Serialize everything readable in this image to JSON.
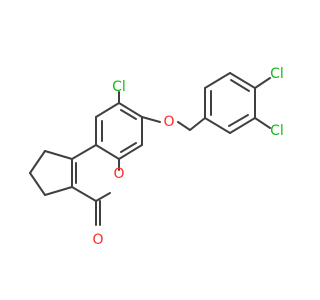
{
  "colors": {
    "background": "#ffffff",
    "bond": "#404040",
    "chlorine": "#18b818",
    "oxygen": "#ff2a2a"
  },
  "atoms": {
    "cl_top_left": "Cl",
    "cl_top_right": "Cl",
    "cl_right": "Cl",
    "o_ether": "O",
    "o_ring": "O",
    "o_carbonyl": "O"
  }
}
